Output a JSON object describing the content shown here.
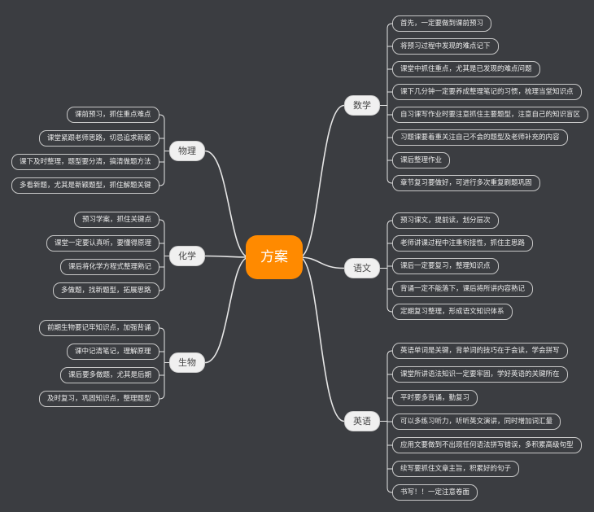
{
  "root": {
    "label": "方案"
  },
  "watermark": "",
  "colors": {
    "background": "#3b3d41",
    "root": "#ff8a00",
    "branch": "#f0f0f0",
    "line": "#e6e6e6"
  },
  "branches": [
    {
      "id": "math",
      "label": "数学",
      "side": "right",
      "items": [
        "首先，一定要做到课前预习",
        "将预习过程中发现的难点记下",
        "课堂中抓住重点，尤其是已发现的难点问题",
        "课下几分钟一定要养成整理笔记的习惯，梳理当堂知识点",
        "自习课写作业时要注意抓住主要题型，注意自己的知识盲区",
        "习题课要着重关注自己不会的题型及老师补充的内容",
        "课后整理作业",
        "章节复习要做好，可进行多次重复刷题巩固"
      ]
    },
    {
      "id": "chinese",
      "label": "语文",
      "side": "right",
      "items": [
        "预习课文，提前读，划分层次",
        "老师讲课过程中注重衔接性，抓住主思路",
        "课后一定要复习，整理知识点",
        "背诵一定不能落下，课后将所讲内容熟记",
        "定期复习整理，形成语文知识体系"
      ]
    },
    {
      "id": "english",
      "label": "英语",
      "side": "right",
      "items": [
        "英语单词是关键，背单词的技巧在于会读，学会拼写",
        "课堂所讲语法知识一定要牢固，学好英语的关键所在",
        "平时要多背诵，勤复习",
        "可以多练习听力，听听英文演讲，同时增加词汇量",
        "应用文要做到不出现任何语法拼写错误，多积累高级句型",
        "续写要抓住文章主旨，积累好的句子",
        "书写！！一定注意卷面"
      ]
    },
    {
      "id": "physics",
      "label": "物理",
      "side": "left",
      "items": [
        "课前预习，抓住重点难点",
        "课堂紧跟老师思路，切忌追求新颖",
        "课下及时整理，题型要分清，搞清做题方法",
        "多看新题，尤其是新颖题型，抓住解题关键"
      ]
    },
    {
      "id": "chemistry",
      "label": "化学",
      "side": "left",
      "items": [
        "预习学案，抓住关键点",
        "课堂一定要认真听，要懂得原理",
        "课后将化学方程式整理熟记",
        "多做题，找新题型，拓展思路"
      ]
    },
    {
      "id": "biology",
      "label": "生物",
      "side": "left",
      "items": [
        "前期生物要记牢知识点，加强背诵",
        "课中记清笔记，理解原理",
        "课后要多做题，尤其是后期",
        "及时复习，巩固知识点，整理题型"
      ]
    }
  ]
}
